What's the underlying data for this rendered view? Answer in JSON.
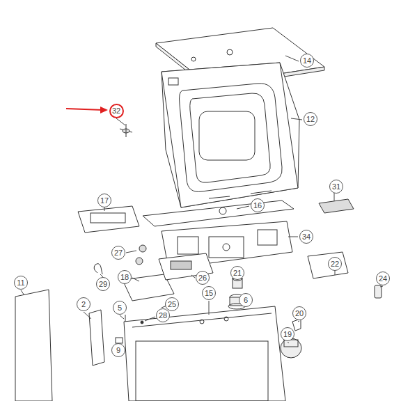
{
  "diagram": {
    "labels": [
      "32",
      "14",
      "12",
      "31",
      "17",
      "16",
      "34",
      "27",
      "22",
      "24",
      "11",
      "29",
      "18",
      "26",
      "21",
      "2",
      "5",
      "25",
      "15",
      "6",
      "28",
      "20",
      "19",
      "9"
    ]
  }
}
